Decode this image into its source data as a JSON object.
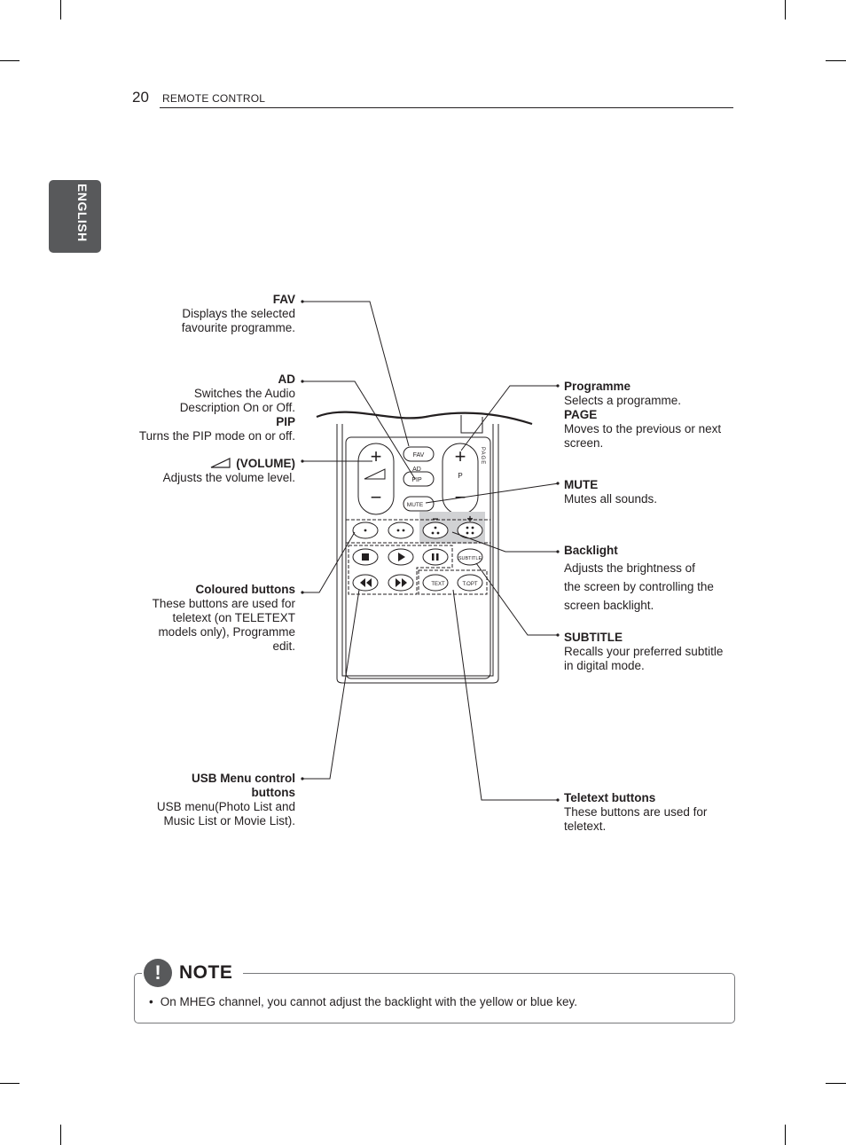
{
  "header": {
    "page_number": "20",
    "section_title": "REMOTE CONTROL"
  },
  "side_tab": {
    "language": "ENGLISH"
  },
  "left_labels": {
    "fav": {
      "title": "FAV",
      "lines": [
        "Displays the selected",
        "favourite programme."
      ]
    },
    "ad": {
      "title": "AD",
      "lines": [
        "Switches the Audio",
        "Description On or Off."
      ]
    },
    "pip": {
      "title": "PIP",
      "lines": [
        "Turns the PIP mode on or off."
      ]
    },
    "volume": {
      "title": "(VOLUME)",
      "lines": [
        "Adjusts the volume level."
      ]
    },
    "coloured": {
      "title": "Coloured buttons",
      "lines": [
        "These buttons are used for",
        "teletext (on TELETEXT",
        "models only), Programme",
        "edit."
      ]
    },
    "usb": {
      "title_lines": [
        "USB Menu control",
        "buttons"
      ],
      "lines": [
        "USB menu(Photo List and",
        "Music List or Movie List)."
      ]
    }
  },
  "right_labels": {
    "programme": {
      "title": "Programme",
      "lines": [
        "Selects a programme."
      ]
    },
    "page": {
      "title": "PAGE",
      "lines": [
        "Moves to the previous or next",
        "screen."
      ]
    },
    "mute": {
      "title": "MUTE",
      "lines": [
        "Mutes all sounds."
      ]
    },
    "backlight": {
      "title": "Backlight",
      "lines": [
        "Adjusts the brightness of",
        "the screen by controlling the",
        "screen backlight."
      ]
    },
    "subtitle": {
      "title": "SUBTITLE",
      "lines": [
        "Recalls your preferred subtitle",
        "in digital mode."
      ]
    },
    "teletext": {
      "title": "Teletext buttons",
      "lines": [
        "These buttons are used for",
        "teletext."
      ]
    }
  },
  "remote_buttons": {
    "fav": "FAV",
    "ad": "AD",
    "pip": "PIP",
    "mute": "MUTE",
    "p": "P",
    "page_vertical": "PAGE",
    "subtitle": "SUBTITLE",
    "text": "TEXT",
    "t_opt": "T.OPT",
    "plus": "+",
    "minus": "−"
  },
  "note": {
    "icon": "!",
    "title": "NOTE",
    "items": [
      "On MHEG channel, you cannot adjust the backlight with the yellow or blue key."
    ]
  }
}
